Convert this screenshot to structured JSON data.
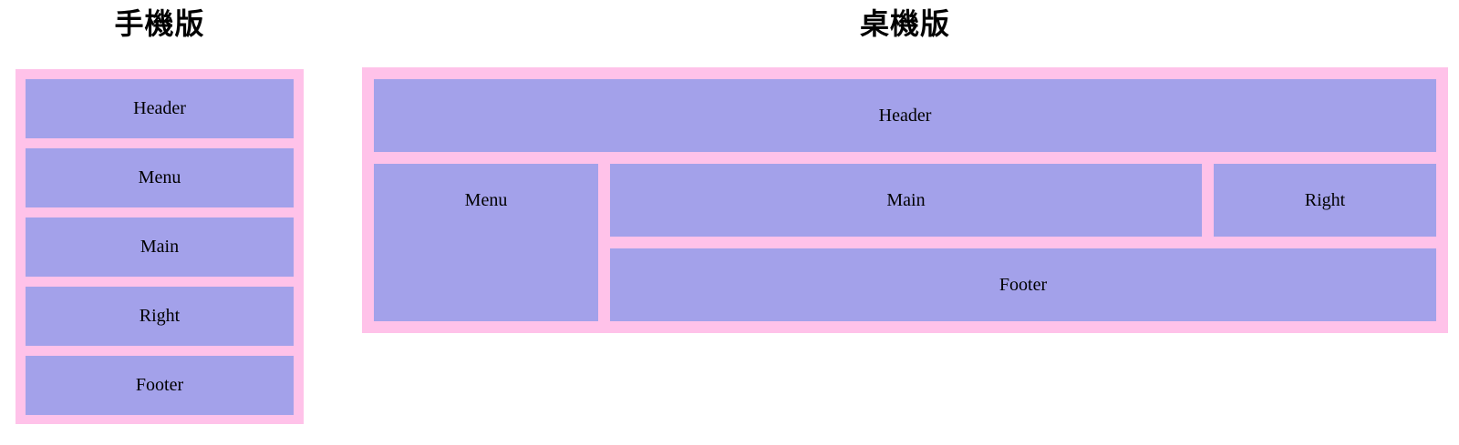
{
  "colors": {
    "page_bg": "#ffffff",
    "container_bg": "#ffc2e9",
    "box_bg": "#a3a1ea",
    "text": "#000000"
  },
  "mobile": {
    "title": "手機版",
    "boxes": [
      {
        "label": "Header"
      },
      {
        "label": "Menu"
      },
      {
        "label": "Main"
      },
      {
        "label": "Right"
      },
      {
        "label": "Footer"
      }
    ]
  },
  "desktop": {
    "title": "桌機版",
    "areas": {
      "header": "Header",
      "menu": "Menu",
      "main": "Main",
      "right": "Right",
      "footer": "Footer"
    }
  }
}
